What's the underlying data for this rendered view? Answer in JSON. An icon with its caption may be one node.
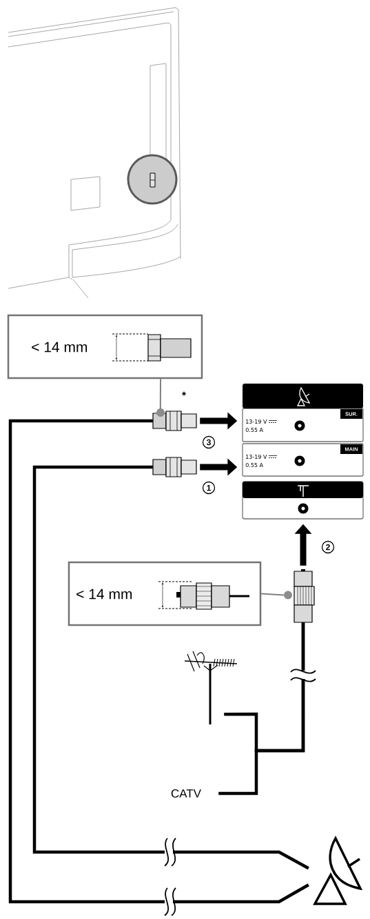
{
  "diagram": {
    "nodes": [
      {
        "text": [
          "< 14 mm"
        ]
      },
      {
        "text": [],
        "shape": "plug",
        "beside": [
          "*"
        ]
      },
      {
        "text": [
          "SUR.",
          "13-19 V",
          "0.55 A"
        ]
      },
      {
        "text": [
          "MAIN",
          "13-19 V",
          "0.55 A"
        ]
      },
      {
        "text": [],
        "shape": "plug"
      },
      {
        "text": [],
        "shape": "box"
      },
      {
        "text": [
          "< 14 mm"
        ]
      },
      {
        "text": [],
        "shape": "plug"
      },
      {
        "text": [],
        "shape": "antenna"
      },
      {
        "text": [
          "CATV"
        ]
      },
      {
        "text": [],
        "shape": "dish"
      }
    ],
    "edges": [
      {
        "from": 0,
        "to": 1,
        "arrow": "none",
        "color": "#7f7f7f"
      },
      {
        "from": 1,
        "to": 2,
        "arrow": "to",
        "label": "3",
        "style": "thick"
      },
      {
        "from": 4,
        "to": 3,
        "arrow": "to",
        "label": "1",
        "style": "thick"
      },
      {
        "from": 7,
        "to": 5,
        "arrow": "to",
        "label": "2",
        "style": "thick"
      },
      {
        "from": 6,
        "to": 7,
        "arrow": "none",
        "color": "#7f7f7f"
      },
      {
        "from": 8,
        "to": 7,
        "arrow": "none"
      },
      {
        "from": 9,
        "to": 7,
        "arrow": "none"
      },
      {
        "from": 10,
        "to": 1,
        "arrow": "none"
      },
      {
        "from": 10,
        "to": 4,
        "arrow": "none"
      }
    ]
  }
}
